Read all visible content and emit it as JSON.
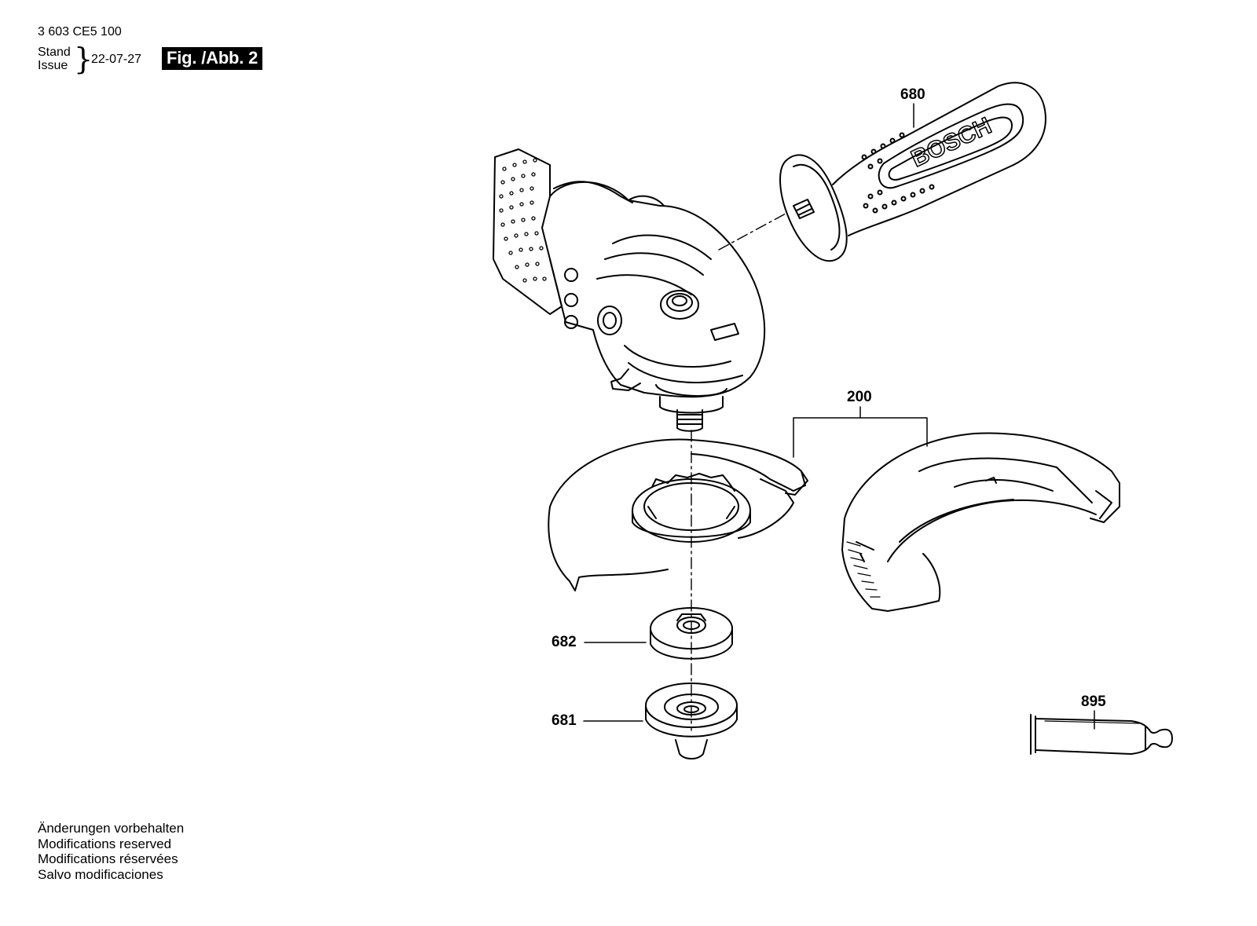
{
  "header": {
    "part_number": "3 603 CE5 100",
    "stand_label": "Stand",
    "issue_label": "Issue",
    "date": "22-07-27",
    "figure_label": "Fig. /Abb. 2"
  },
  "callouts": {
    "handle": "680",
    "guard": "200",
    "flange_nut": "682",
    "mounting_flange": "681",
    "grease_tube": "895"
  },
  "drawing": {
    "handle_brand": "BOSCH"
  },
  "footer": {
    "lines": [
      "Änderungen vorbehalten",
      "Modifications reserved",
      "Modifications réservées",
      "Salvo modificaciones"
    ]
  }
}
